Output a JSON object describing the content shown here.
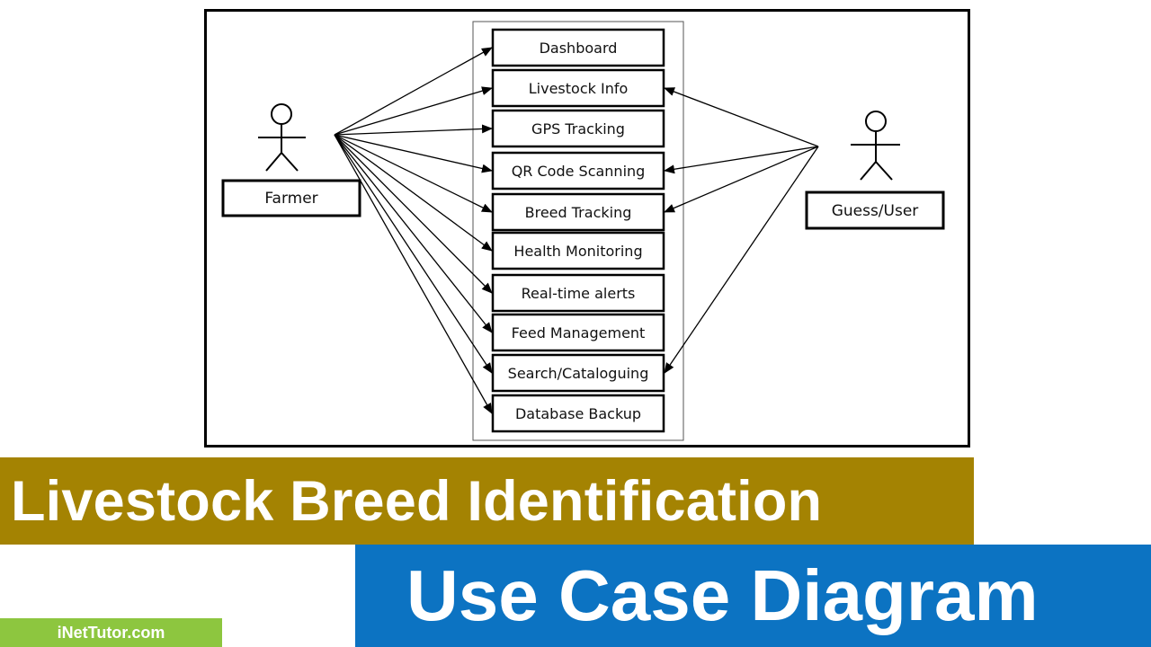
{
  "diagram": {
    "actors": [
      {
        "id": "farmer",
        "label": "Farmer"
      },
      {
        "id": "guest",
        "label": "Guess/User"
      }
    ],
    "use_cases": [
      "Dashboard",
      "Livestock Info",
      "GPS Tracking",
      "QR Code Scanning",
      "Breed Tracking",
      "Health Monitoring",
      "Real-time alerts",
      "Feed Management",
      "Search/Cataloguing",
      "Database Backup"
    ],
    "associations": {
      "farmer": [
        "Dashboard",
        "Livestock Info",
        "GPS Tracking",
        "QR Code Scanning",
        "Breed Tracking",
        "Health Monitoring",
        "Real-time alerts",
        "Feed Management",
        "Search/Cataloguing",
        "Database Backup"
      ],
      "guest": [
        "Livestock Info",
        "QR Code Scanning",
        "Breed Tracking",
        "Search/Cataloguing"
      ]
    }
  },
  "banner": {
    "title": "Livestock Breed Identification",
    "subtitle": "Use Case Diagram",
    "brand": "iNetTutor.com"
  },
  "colors": {
    "title_bg": "#a48302",
    "subtitle_bg": "#0c73c2",
    "brand_bg": "#8dc63f"
  }
}
